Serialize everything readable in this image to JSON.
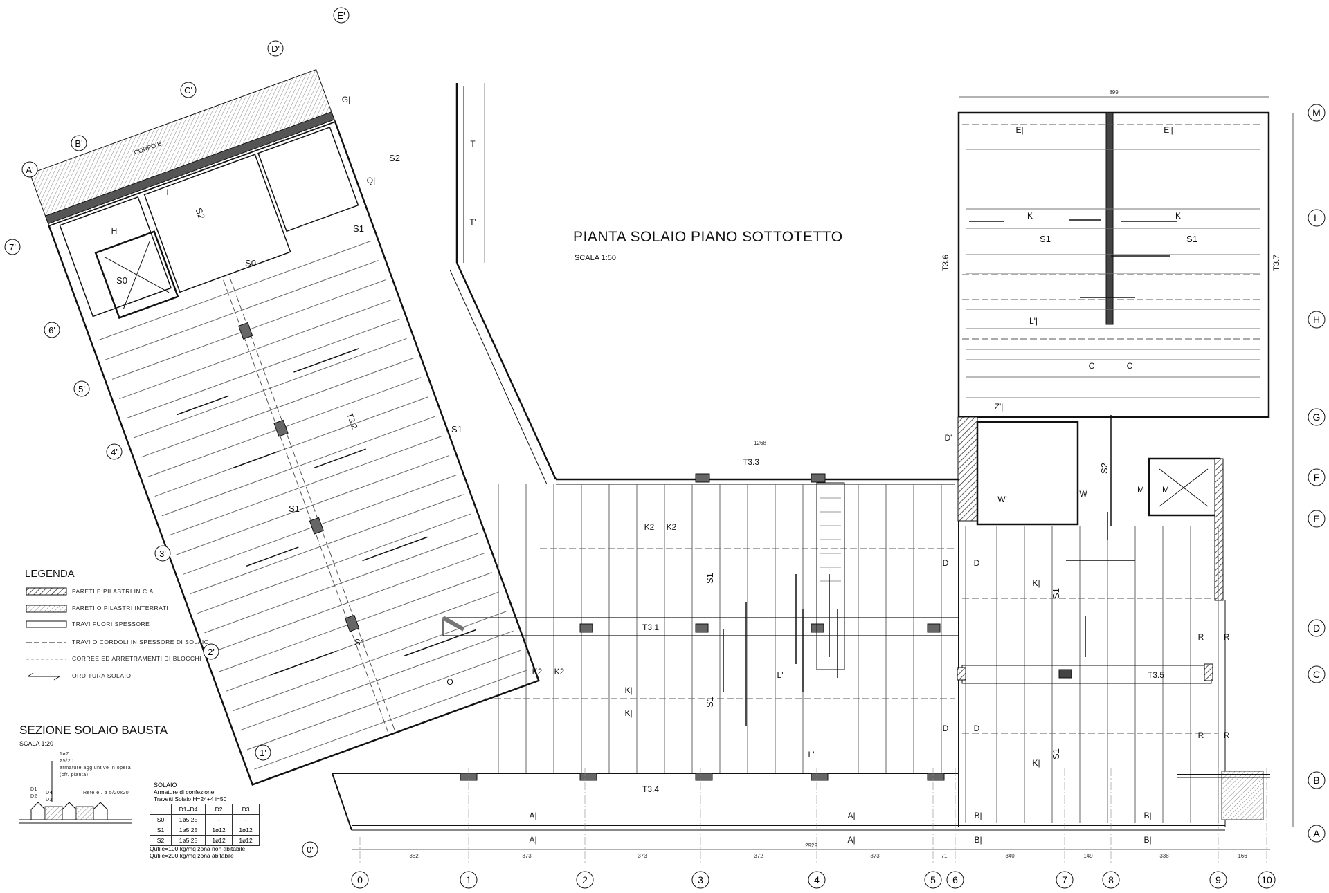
{
  "title": "PIANTA SOLAIO PIANO SOTTOTETTO",
  "scale": "SCALA 1:50",
  "legend": {
    "title": "LEGENDA",
    "items": [
      "PARETI E PILASTRI IN C.A.",
      "PARETI O PILASTRI INTERRATI",
      "TRAVI FUORI SPESSORE",
      "TRAVI O CORDOLI IN SPESSORE DI SOLAIO",
      "CORREE ED ARRETRAMENTI DI BLOCCHI",
      "ORDITURA SOLAIO"
    ]
  },
  "section": {
    "title": "SEZIONE SOLAIO BAUSTA",
    "scale": "SCALA 1:20",
    "notes": [
      "1ø7",
      "ø5/20",
      "armature aggiuntive in opera",
      "(cfr. pianta)",
      "Rete el. ø 5/20x20",
      "D1",
      "D2",
      "D4",
      "D3"
    ]
  },
  "solaio_table": {
    "head": [
      "SOLAIO",
      "Armature di confezione",
      "Travetti Solaio H=24+4 i=50"
    ],
    "columns": [
      "",
      "D1=D4",
      "D2",
      "D3"
    ],
    "rows": [
      [
        "S0",
        "1ø5.25",
        "-",
        "-"
      ],
      [
        "S1",
        "1ø5.25",
        "1ø12",
        "1ø12"
      ],
      [
        "S2",
        "1ø5.25",
        "1ø12",
        "1ø12"
      ]
    ],
    "notes": [
      "Qutile=100 kg/mq zona non abitabile",
      "Qutile=200 kg/mq zona abitabile"
    ]
  },
  "corpo": "CORPO B",
  "axes_bottom": [
    "0",
    "1",
    "2",
    "3",
    "4",
    "5",
    "6",
    "7",
    "8",
    "9",
    "10"
  ],
  "axes_right": [
    "M",
    "L",
    "H",
    "G",
    "F",
    "E",
    "D",
    "C",
    "B",
    "A"
  ],
  "axes_top": [
    "A'",
    "B'",
    "C'",
    "D'",
    "E'"
  ],
  "axes_left": [
    "7'",
    "6'",
    "5'",
    "4'",
    "3'",
    "2'",
    "1'",
    "0'"
  ],
  "beams": [
    "T3.1",
    "T3.3",
    "T3.4",
    "T3.5",
    "T3.6",
    "T3.7",
    "T3.2"
  ],
  "slab_labels": [
    {
      "t": "S1"
    },
    {
      "t": "S1"
    },
    {
      "t": "S1"
    },
    {
      "t": "S1"
    },
    {
      "t": "S1"
    },
    {
      "t": "S1"
    },
    {
      "t": "S1"
    },
    {
      "t": "S1"
    },
    {
      "t": "S1"
    },
    {
      "t": "S1"
    },
    {
      "t": "S2"
    },
    {
      "t": "S2"
    },
    {
      "t": "S2"
    },
    {
      "t": "S0"
    },
    {
      "t": "S0"
    }
  ],
  "section_marks": [
    "A|",
    "A|",
    "A|",
    "A|",
    "B|",
    "B|",
    "B|",
    "B|",
    "K|",
    "K|",
    "K|",
    "K|",
    "K2",
    "K2",
    "K2",
    "K2",
    "D",
    "D",
    "D",
    "D",
    "R",
    "R",
    "R",
    "R",
    "L'",
    "L'",
    "M",
    "M",
    "W",
    "W'",
    "E|",
    "E'|",
    "C",
    "C",
    "L'|",
    "K",
    "K",
    "Z'|",
    "D'",
    "O",
    "Q|",
    "G|",
    "T",
    "T'",
    "H",
    "I"
  ],
  "dims_bottom": [
    "382",
    "373",
    "373",
    "372",
    "373",
    "71",
    "340",
    "149",
    "338",
    "166"
  ],
  "total_dim": "2929",
  "dim_top": "1268",
  "dim_right_top": "899"
}
